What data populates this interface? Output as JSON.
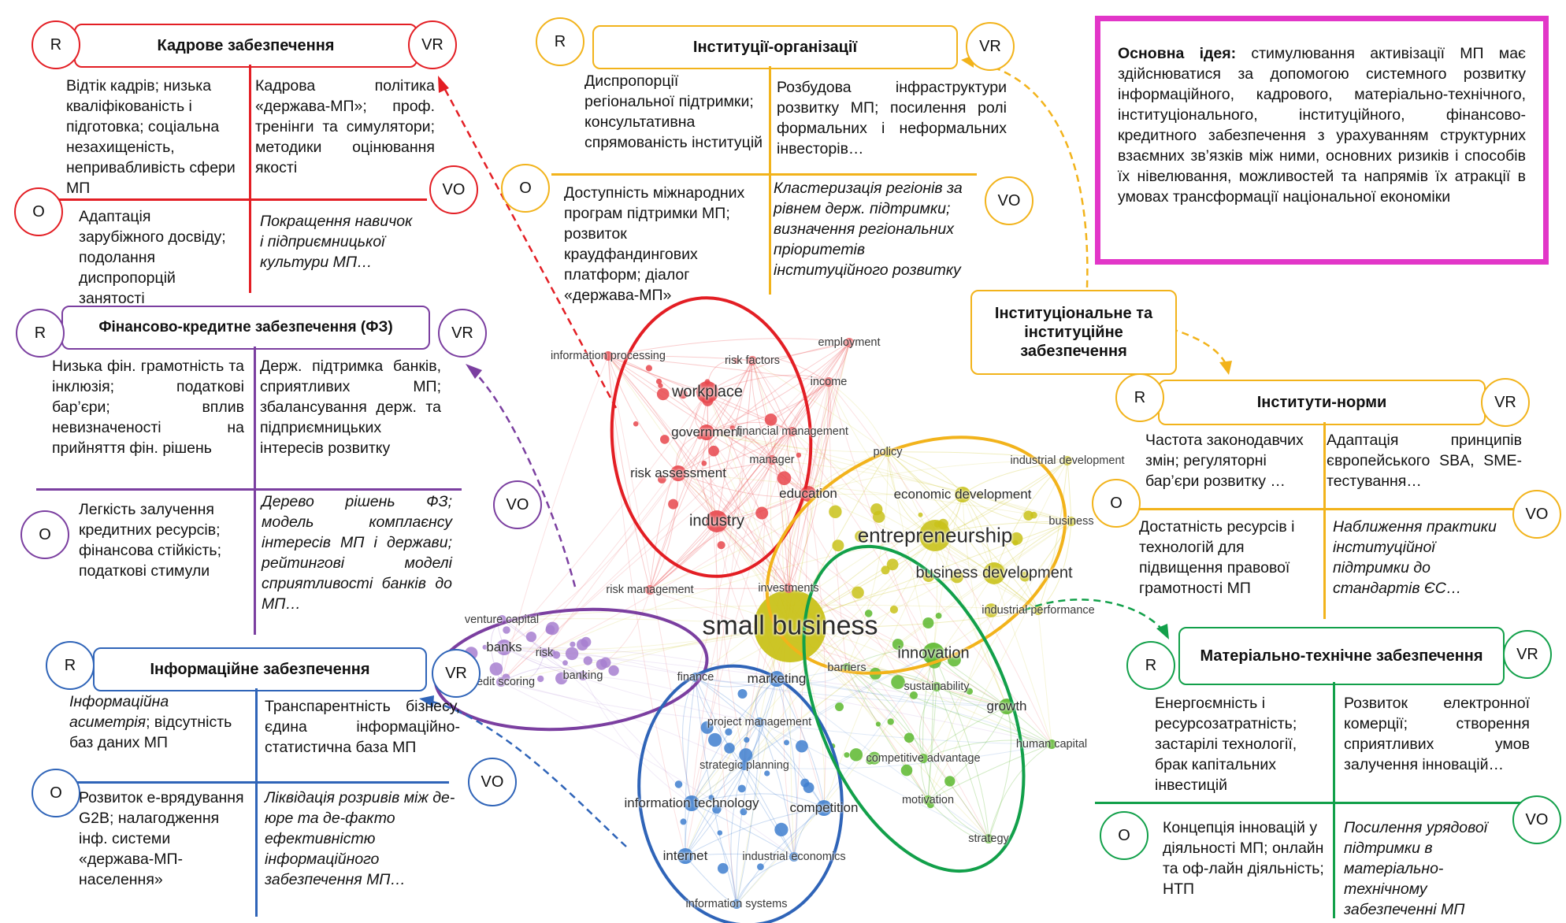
{
  "idea": {
    "label": "Основна ідея:",
    "text": " стимулювання активізації МП має здійснюватися за допомогою системного розвитку інформаційного, кадрового, матеріально-технічного, інституціонального, інституційного, фінансово-кредитного забезпечення з урахуванням структурних взаємних зв’язків між ними, основних ризиків і способів їх нівелювання, можливостей та напрямів їх атракції в умовах трансформації національної економіки"
  },
  "blocks": {
    "personnel": {
      "title": "Кадрове забезпечення",
      "r": "R",
      "vr": "VR",
      "o": "O",
      "vo": "VO",
      "risks": "Відтік кадрів; низька кваліфікованість і підготовка; соціальна незахищеність, непривабливість сфери МП",
      "vr_text": "Кадрова політика «держава-МП»; проф. тренінги та симулятори; методики оцінювання якості",
      "opps": "Адаптація зарубіжного досвіду; подолання диспропорцій занятості",
      "vo_text": "Покращення навичок і підприємницької культури МП…"
    },
    "inst_org": {
      "title": "Інституції-організації",
      "r": "R",
      "vr": "VR",
      "o": "O",
      "vo": "VO",
      "risks": "Диспропорції регіональної підтримки; консультативна спрямованість інституцій",
      "vr_text": "Розбудова інфраструктури розвитку МП; посилення ролі формальних і неформальних інвесторів…",
      "opps": "Доступність міжнародних програм підтримки МП; розвиток краудфандингових платформ; діалог «держава-МП»",
      "vo_text": "Кластеризація регіонів за рівнем держ. підтримки; визначення регіональних пріоритетів інституційного розвитку"
    },
    "finance": {
      "title": "Фінансово-кредитне забезпечення (ФЗ)",
      "r": "R",
      "vr": "VR",
      "o": "O",
      "vo": "VO",
      "risks": "Низька фін. грамотність та інклюзія; податкові бар’єри; вплив невизначеності на прийняття фін. рішень",
      "vr_text": "Держ. підтримка банків, сприятливих МП; збалансування держ. та підприємницьких інтересів розвитку",
      "opps": "Легкість залучення кредитних ресурсів; фінансова стійкість; податкові стимули",
      "vo_text": "Дерево рішень ФЗ; модель комплаєнсу інтересів МП і держави; рейтингові моделі сприятливості банків до МП…"
    },
    "info": {
      "title": "Інформаційне забезпечення",
      "r": "R",
      "vr": "VR",
      "o": "O",
      "vo": "VO",
      "risks_italic": "Інформаційна асиметрія",
      "risks": "; відсутність баз даних МП",
      "vr_text": "Транспарентність бізнесу, єдина інформаційно-статистична база МП",
      "opps": "Розвиток е-врядування G2B; налагодження інф. системи «держава-МП-населення»",
      "vo_text": "Ліквідація розривів між де-юре та де-факто ефективністю інформаційного забезпечення МП…"
    },
    "institutional": {
      "title": "Інституціональне та інституційне забезпечення"
    },
    "norms": {
      "title": "Інститути-норми",
      "r": "R",
      "vr": "VR",
      "o": "O",
      "vo": "VO",
      "risks": "Частота законодавчих змін; регуляторні бар’єри розвитку …",
      "vr_text": "Адаптація принципів європейського SBA, SME-тестування…",
      "opps": "Достатність ресурсів і технологій для підвищення правової грамотності МП",
      "vo_text": "Наближення практики інституційної підтримки до стандартів ЄС…"
    },
    "material": {
      "title": "Матеріально-технічне забезпечення",
      "r": "R",
      "vr": "VR",
      "o": "O",
      "vo": "VO",
      "risks": "Енергоємність і ресурсозатратність; застарілі технології, брак капітальних інвестицій",
      "vr_text": "Розвиток електронної комерції; створення сприятливих умов залучення інновацій…",
      "opps": "Концепція інновацій у діяльності МП; онлайн та оф-лайн діяльність; НТП",
      "vo_text": "Посилення урядової підтримки в матеріально-технічному забезпеченні МП"
    }
  },
  "network": {
    "keywords": [
      {
        "text": "small business",
        "cluster": "yellow",
        "size": "xl"
      },
      {
        "text": "entrepreneurship",
        "cluster": "yellow",
        "size": "l"
      },
      {
        "text": "business development",
        "cluster": "yellow",
        "size": "m"
      },
      {
        "text": "economic development",
        "cluster": "yellow",
        "size": "s"
      },
      {
        "text": "industrial development",
        "cluster": "yellow",
        "size": "xs"
      },
      {
        "text": "business",
        "cluster": "yellow",
        "size": "xs"
      },
      {
        "text": "industrial performance",
        "cluster": "yellow",
        "size": "xs"
      },
      {
        "text": "policy",
        "cluster": "yellow",
        "size": "xs"
      },
      {
        "text": "workplace",
        "cluster": "red",
        "size": "m"
      },
      {
        "text": "risk assessment",
        "cluster": "red",
        "size": "s"
      },
      {
        "text": "industry",
        "cluster": "red",
        "size": "m"
      },
      {
        "text": "education",
        "cluster": "red",
        "size": "s"
      },
      {
        "text": "government",
        "cluster": "red",
        "size": "s"
      },
      {
        "text": "financial management",
        "cluster": "red",
        "size": "xs"
      },
      {
        "text": "risk factors",
        "cluster": "red",
        "size": "xs"
      },
      {
        "text": "employment",
        "cluster": "red",
        "size": "xs"
      },
      {
        "text": "income",
        "cluster": "red",
        "size": "xs"
      },
      {
        "text": "manager",
        "cluster": "red",
        "size": "xs"
      },
      {
        "text": "information processing",
        "cluster": "red",
        "size": "xs"
      },
      {
        "text": "risk management",
        "cluster": "red",
        "size": "xs"
      },
      {
        "text": "investments",
        "cluster": "red",
        "size": "xs"
      },
      {
        "text": "venture capital",
        "cluster": "purple",
        "size": "xs"
      },
      {
        "text": "banks",
        "cluster": "purple",
        "size": "s"
      },
      {
        "text": "risk",
        "cluster": "purple",
        "size": "xs"
      },
      {
        "text": "banking",
        "cluster": "purple",
        "size": "xs"
      },
      {
        "text": "credit scoring",
        "cluster": "purple",
        "size": "xs"
      },
      {
        "text": "finance",
        "cluster": "blue",
        "size": "xs"
      },
      {
        "text": "marketing",
        "cluster": "blue",
        "size": "s"
      },
      {
        "text": "project management",
        "cluster": "blue",
        "size": "xs"
      },
      {
        "text": "strategic planning",
        "cluster": "blue",
        "size": "xs"
      },
      {
        "text": "information technology",
        "cluster": "blue",
        "size": "s"
      },
      {
        "text": "competition",
        "cluster": "blue",
        "size": "s"
      },
      {
        "text": "internet",
        "cluster": "blue",
        "size": "s"
      },
      {
        "text": "industrial economics",
        "cluster": "blue",
        "size": "xs"
      },
      {
        "text": "information systems",
        "cluster": "blue",
        "size": "xs"
      },
      {
        "text": "innovation",
        "cluster": "green",
        "size": "m"
      },
      {
        "text": "sustainability",
        "cluster": "green",
        "size": "xs"
      },
      {
        "text": "growth",
        "cluster": "green",
        "size": "s"
      },
      {
        "text": "barriers",
        "cluster": "green",
        "size": "xs"
      },
      {
        "text": "human capital",
        "cluster": "green",
        "size": "xs"
      },
      {
        "text": "competitive advantage",
        "cluster": "green",
        "size": "xs"
      },
      {
        "text": "motivation",
        "cluster": "green",
        "size": "xs"
      },
      {
        "text": "strategy",
        "cluster": "green",
        "size": "xs"
      }
    ],
    "colors": {
      "red": "#e8474c",
      "yellow": "#c9c21a",
      "purple": "#a77fd0",
      "blue": "#3f7fcf",
      "green": "#5cb82e"
    }
  }
}
